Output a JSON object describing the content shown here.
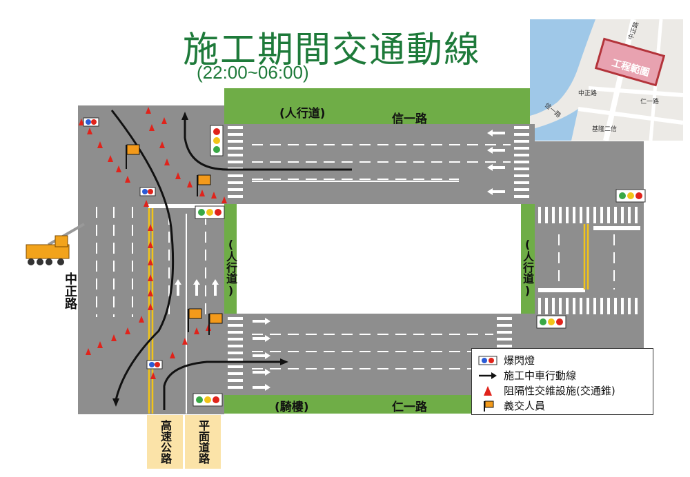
{
  "title": "施工期間交通動線",
  "time_range": "(22:00~06:00)",
  "sidewalk_top": "(人行道)",
  "road_top": "信一路",
  "sidewalk_left": "(人行道)",
  "sidewalk_right": "(人行道)",
  "arcade_bottom": "(騎樓)",
  "road_bottom": "仁一路",
  "road_left": "中正路",
  "lane_highway": "高速公路",
  "lane_surface": "平面道路",
  "inset_map": {
    "label": "工程範圍",
    "streets": [
      "中正路",
      "中正路",
      "信一路",
      "仁一路",
      "基隆二信"
    ]
  },
  "legend": {
    "items": [
      {
        "icon": "flash-light-icon",
        "label": "爆閃燈"
      },
      {
        "icon": "arrow-icon",
        "label": "施工中車行動線"
      },
      {
        "icon": "cone-icon",
        "label": "阻隔性交維設施(交通錐)"
      },
      {
        "icon": "flag-icon",
        "label": "義交人員"
      }
    ]
  },
  "colors": {
    "road": "#8e8e8e",
    "sidewalk": "#6fad47",
    "title": "#1e7a3a",
    "cone": "#e0231b",
    "flag": "#f39a1b",
    "lane_marker": "#f2c418",
    "sublabel_bg": "#fbe3a8"
  }
}
